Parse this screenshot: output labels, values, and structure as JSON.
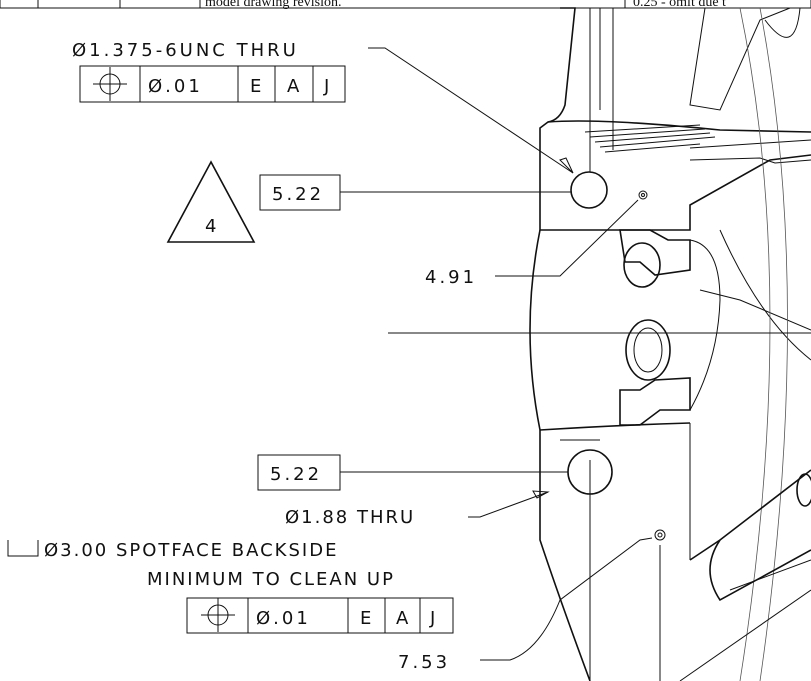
{
  "header": {
    "revision_note": "model drawing revision.",
    "right_note": "0.25 - omit due t"
  },
  "callout_tapped_hole": {
    "spec": "Ø1.375-6UNC THRU",
    "fcf": {
      "symbol": "⌖",
      "tolerance": "Ø.01",
      "datums": [
        "E",
        "A",
        "J"
      ]
    }
  },
  "revision_flag": {
    "number": "4"
  },
  "dim_upper_hole": "5.22",
  "dim_small_hole_upper": "4.91",
  "dim_lower_hole": "5.22",
  "callout_through_hole": {
    "spec": "Ø1.88 THRU",
    "spotface_symbol": "⌴",
    "spotface": "Ø3.00 SPOTFACE BACKSIDE",
    "note": "MINIMUM TO CLEAN UP",
    "fcf": {
      "symbol": "⌖",
      "tolerance": "Ø.01",
      "datums": [
        "E",
        "A",
        "J"
      ]
    }
  },
  "dim_small_hole_lower": "7.53"
}
